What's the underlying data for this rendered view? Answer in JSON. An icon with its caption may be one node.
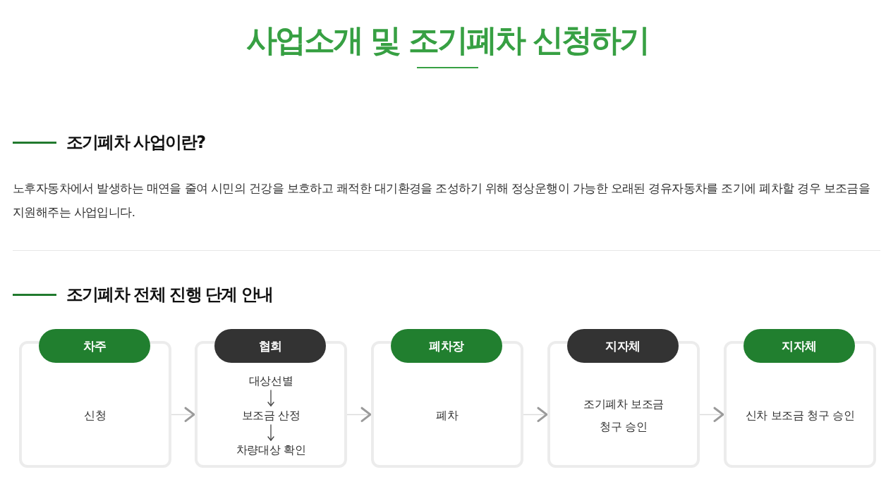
{
  "diagram": {
    "title": "사업소개 및 조기폐차 신청하기",
    "nodes": [
      {
        "text": [
          "차주",
          "신청"
        ]
      },
      {
        "text": [
          "협회"
        ]
      },
      {
        "text": [
          "대상선별"
        ],
        "in": 1
      },
      {
        "text": [
          "보조금 산정"
        ],
        "in": 1
      },
      {
        "text": [
          "차량대상 확인"
        ],
        "in": 1
      },
      {
        "text": [
          "폐차장",
          "폐차"
        ]
      },
      {
        "text": [
          "지자체",
          "조기폐차 보조금 청구 승인"
        ]
      },
      {
        "text": [
          "지자체",
          "신차 보조금 청구 승인"
        ]
      }
    ],
    "edges": [
      {
        "from": 0,
        "to": 1,
        "arrow": "to"
      },
      {
        "from": 2,
        "to": 3,
        "arrow": "to",
        "color": "#444444"
      },
      {
        "from": 3,
        "to": 4,
        "arrow": "to",
        "color": "#444444"
      },
      {
        "from": 1,
        "to": 5,
        "arrow": "to"
      },
      {
        "from": 5,
        "to": 6,
        "arrow": "to"
      },
      {
        "from": 6,
        "to": 7,
        "arrow": "to"
      }
    ],
    "labels": [
      "조기폐차 사업이란?",
      "노후자동차에서 발생하는 매연을 줄여 시민의 건강을 보호하고 쾌적한 대기환경을 조성하기 위해 정상운행이 가능한 오래된 경유자동차를 조기에 폐차할 경우 보조금을 지원해주는 사업입니다.",
      "조기폐차 전체 진행 단계 안내"
    ]
  }
}
